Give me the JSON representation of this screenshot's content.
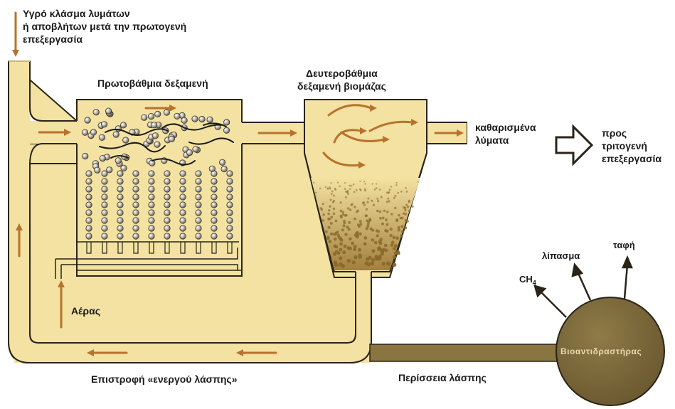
{
  "labels": {
    "influent_line1": "Υγρό κλάσμα λυμάτων",
    "influent_line2": "ή αποβλήτων μετά την πρωτογενή",
    "influent_line3": "επεξεργασία",
    "primary_tank": "Πρωτοβάθμια δεξαμενή",
    "secondary_tank_line1": "Δευτεροβάθμια",
    "secondary_tank_line2": "δεξαμενή βιομάζας",
    "effluent_line1": "καθαρισμένα",
    "effluent_line2": "λύματα",
    "tertiary_line1": "προς",
    "tertiary_line2": "τριτογενή",
    "tertiary_line3": "επεξεργασία",
    "air": "Αέρας",
    "sludge_return": "Επιστροφή «ενεργού λάσπης»",
    "excess_sludge": "Περίσσεια λάσπης",
    "bioreactor": "Βιοαντιδραστήρας",
    "fertilizer": "λίπασμα",
    "burial": "ταφή",
    "methane": "CH",
    "methane_sub": "4"
  },
  "colors": {
    "pipe_fill": "#f3e2a2",
    "pipe_stroke": "#2a2418",
    "flow_arrow": "#b8722c",
    "sludge_pipe": "#8a7440",
    "bioreactor_fill": "#7d6a3c",
    "bubble": "#a9a191",
    "sediment": "#9a7a3a"
  }
}
